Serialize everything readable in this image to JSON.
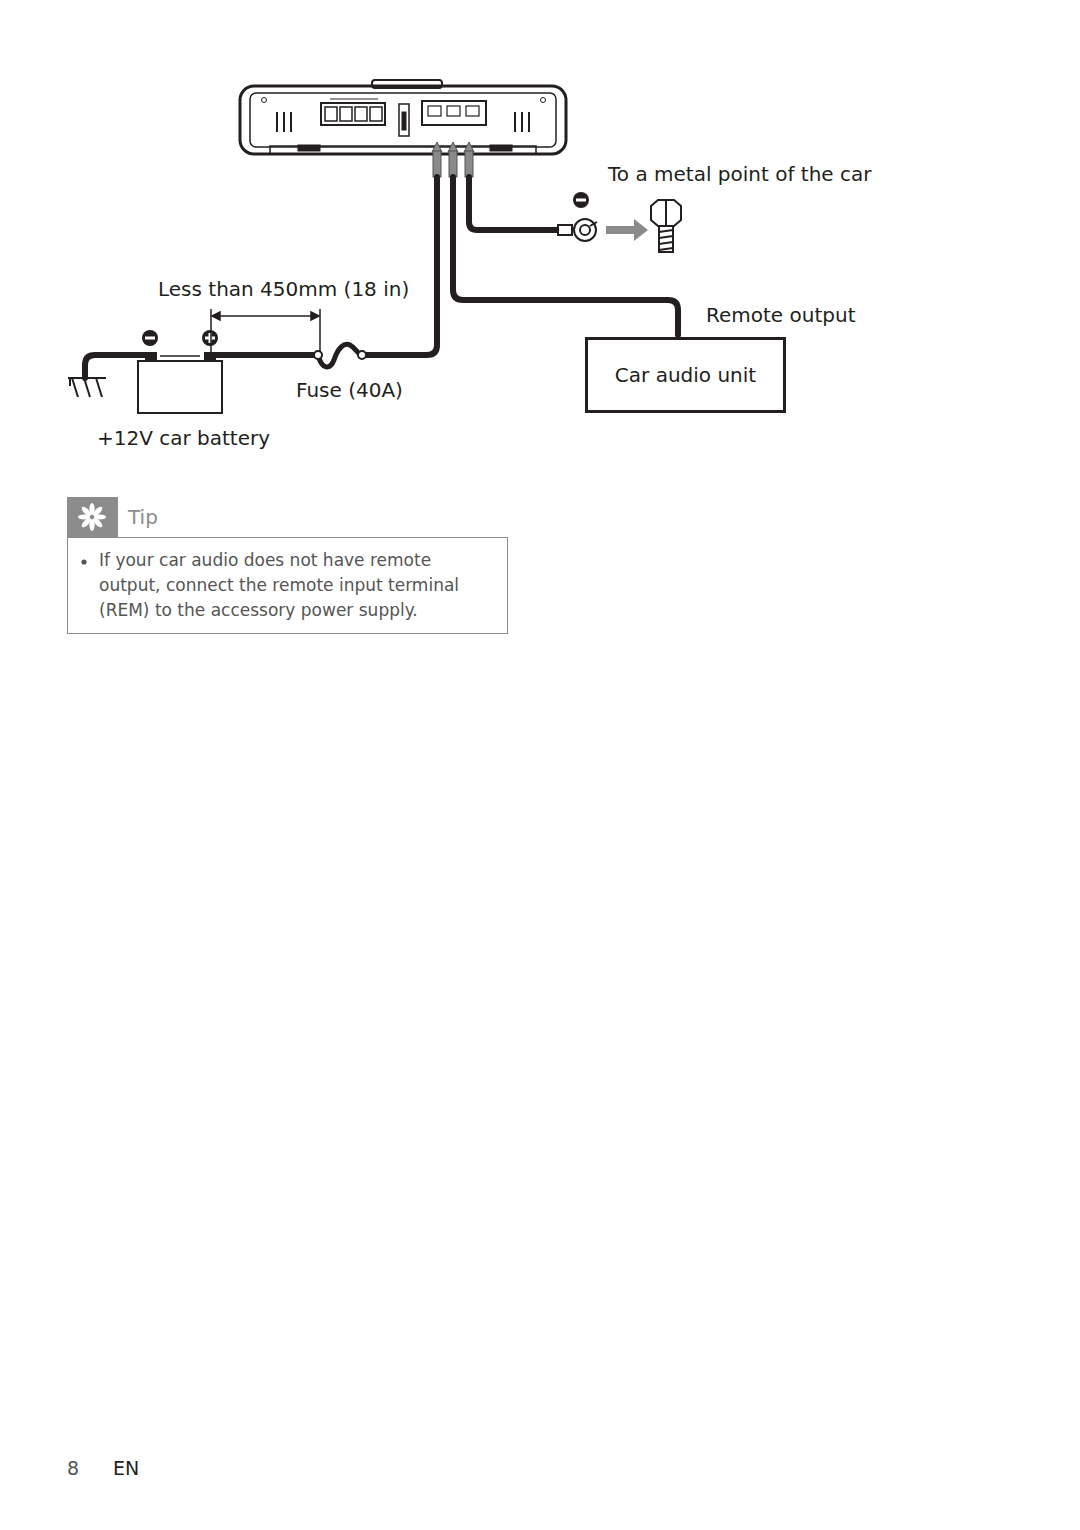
{
  "diagram": {
    "nodes": [
      {
        "text": [
          "+12V car battery"
        ]
      },
      {
        "text": [
          "Car audio unit"
        ]
      },
      {
        "text": [
          "Tip",
          "If your car audio does not have remote output, connect the remote input terminal (REM) to the accessory power supply."
        ]
      }
    ],
    "labels": [
      "To a metal point of the car",
      "Less than 450mm (18 in)",
      "Remote output",
      "Fuse (40A)",
      "8",
      "EN"
    ]
  }
}
